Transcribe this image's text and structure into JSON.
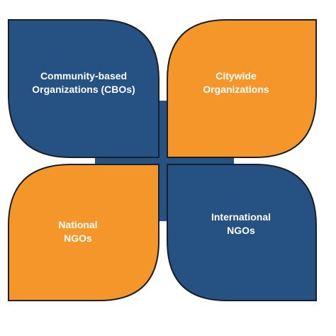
{
  "colors": {
    "blue": "#255283",
    "orange": "#f5962a",
    "outline": "#1b1f24"
  },
  "petals": [
    {
      "id": "top-left",
      "line1": "Community-based",
      "line2": "Organizations (CBOs)",
      "color": "blue"
    },
    {
      "id": "top-right",
      "line1": "Citywide",
      "line2": "Organizations",
      "color": "orange"
    },
    {
      "id": "bottom-left",
      "line1": "National",
      "line2": "NGOs",
      "color": "orange"
    },
    {
      "id": "bottom-right",
      "line1": "International",
      "line2": "NGOs",
      "color": "blue"
    }
  ]
}
